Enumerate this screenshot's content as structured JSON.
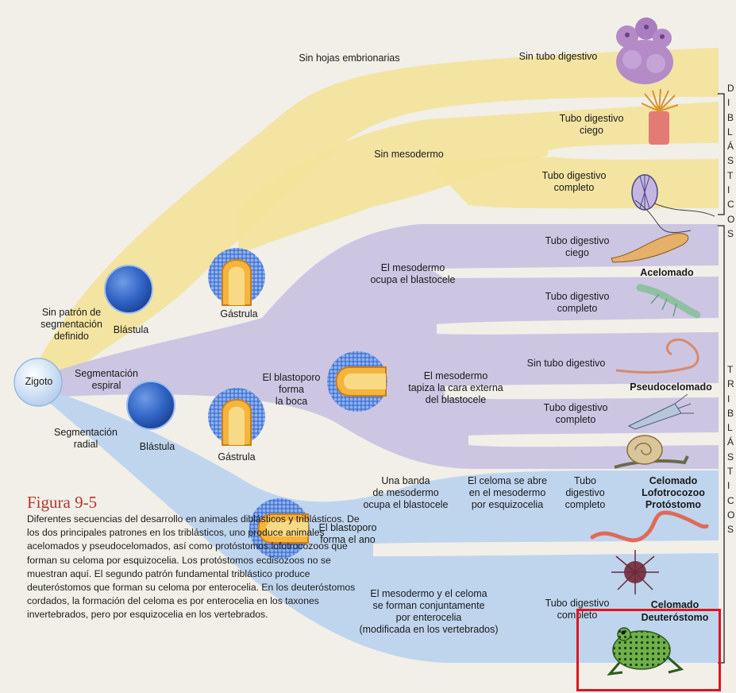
{
  "figure": {
    "title": "Figura 9-5",
    "caption": "Diferentes secuencias del desarrollo en animales diblásticos y triblásticos. De los dos principales patrones en los triblásticos, uno produce animales acelomados y pseudocelomados, así como protóstomos lofotrocozoos que forman su celoma por esquizocelia. Los protóstomos ecdisozoos no se muestran aquí. El segundo patrón fundamental triblástico produce deuteróstomos que forman su celoma por enterocelia. En los deuteróstomos cordados, la formación del celoma es por enterocelia en los taxones invertebrados, pero por esquizocelia en los vertebrados."
  },
  "colors": {
    "yellow": "#f3e29a",
    "purple": "#c9c2e2",
    "blue": "#bcd3ee",
    "background": "#f1efe8",
    "highlight": "#e0141e",
    "caption_title": "#b5362e"
  },
  "origin": {
    "zygote": "Zigoto"
  },
  "pathways": {
    "undefined": {
      "label": "Sin patrón de\nsegmentación\ndefinido",
      "blastula": "Blástula",
      "gastrula": "Gástrula"
    },
    "spiral": {
      "label": "Segmentación\nespiral",
      "blastopore": "El blastoporo\nforma\nla boca"
    },
    "radial": {
      "label": "Segmentación\nradial",
      "blastula": "Blástula",
      "gastrula": "Gástrula",
      "blastopore": "El blastoporo\nforma el ano"
    }
  },
  "branches": {
    "no_germ_layers": "Sin hojas embrionarias",
    "no_mesoderm": "Sin mesodermo",
    "mesoderm_fills": "El mesodermo\nocupa el blastocele",
    "mesoderm_lines": "El mesodermo\ntapiza la cara externa\ndel blastocele",
    "mesoderm_band": "Una banda\nde mesodermo\nocupa el blastocele",
    "schizocoely": "El celoma se abre\nen el mesodermo\npor esquizocelia",
    "enterocoely": "El mesodermo y el celoma\nse forman conjuntamente\npor enterocelia\n(modificada en los vertebrados)"
  },
  "outcomes": {
    "sponge": "Sin tubo digestivo",
    "anemone": "Tubo digestivo\nciego",
    "ctenophore": "Tubo digestivo\ncompleto",
    "flatworm": "Tubo digestivo\nciego",
    "ribbon_worm": "Tubo digestivo\ncompleto",
    "acoelomate": "Acelomado",
    "nematode": "Sin tubo digestivo",
    "pseudocoelomate": "Pseudocelomado",
    "rotifer": "Tubo digestivo\ncompleto",
    "protostome_gut": "Tubo\ndigestivo\ncompleto",
    "protostome_group": "Celomado\nLofotrocozoo\nProtóstomo",
    "deuterostome_gut": "Tubo digestivo\ncompleto",
    "deuterostome_group_1": "Celomado",
    "deuterostome_group_2": "Deuteróstomo"
  },
  "edge_text": {
    "top": "D\nI\nB\nL\nÁ\nS\nT\nI\nC\nO\nS",
    "bottom": "T\nR\nI\nB\nL\nÁ\nS\nT\nI\nC\nO\nS"
  }
}
